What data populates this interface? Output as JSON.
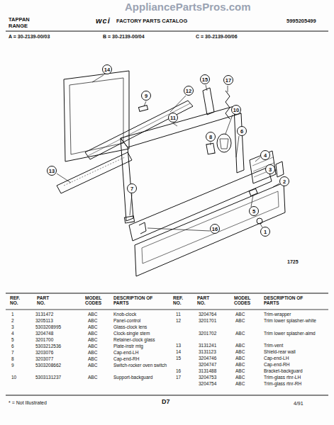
{
  "diagram": {
    "labels": [
      "AppliancePartsPros.com",
      "TAPPAN",
      "RANGE",
      "wci",
      "FACTORY PARTS CATALOG",
      "5995205499",
      "A = 30-2139-00/03",
      "B = 30-2139-00/04",
      "C = 30-2139-00/06",
      "14",
      "9",
      "12",
      "15",
      "17",
      "11",
      "10",
      "6",
      "4",
      "3",
      "2",
      "8",
      "7",
      "13",
      "16",
      "5",
      "1",
      "1725",
      "REF. NO.",
      "PART NO.",
      "MODEL CODES",
      "DESCRIPTION OF PARTS",
      "REF. NO.",
      "PART NO.",
      "MODEL CODES",
      "DESCRIPTION OF PARTS",
      "1",
      "3131472",
      "ABC",
      "Knob-clock",
      "2",
      "3205113",
      "ABC",
      "Panel-control",
      "3",
      "5303208995",
      "ABC",
      "Glass-clock lens",
      "4",
      "3204748",
      "ABC",
      "Clock-single stem",
      "5",
      "3201700",
      "ABC",
      "Retainer-clock glass",
      "6",
      "5303212536",
      "ABC",
      "Plate-instr mtg",
      "7",
      "3203076",
      "ABC",
      "Cap-end-LH",
      "8",
      "3203077",
      "ABC",
      "Cap-end-RH",
      "9",
      "5303208662",
      "ABC",
      "Switch-rocker oven switch",
      "10",
      "5303131237",
      "ABC",
      "Support-backguard",
      "11",
      "3204764",
      "ABC",
      "Trim-wrapper",
      "12",
      "3201701",
      "ABC",
      "Trim lower splasher-white",
      "3201702",
      "ABC",
      "Trim lower splasher-almd",
      "13",
      "3131241",
      "ABC",
      "Trim-vent",
      "14",
      "3131123",
      "ABC",
      "Shield-rear wall",
      "15",
      "3204746",
      "ABC",
      "Cap-end-LH",
      "3204747",
      "ABC",
      "Cap-end-RH",
      "16",
      "3131488",
      "ABC",
      "Bracket-backguard",
      "17",
      "3204753",
      "ABC",
      "Trim-glass rtnr-LH",
      "3204754",
      "ABC",
      "Trim-glass rtnr-RH",
      "* = Not Illustrated",
      "D7",
      "4/91"
    ]
  }
}
